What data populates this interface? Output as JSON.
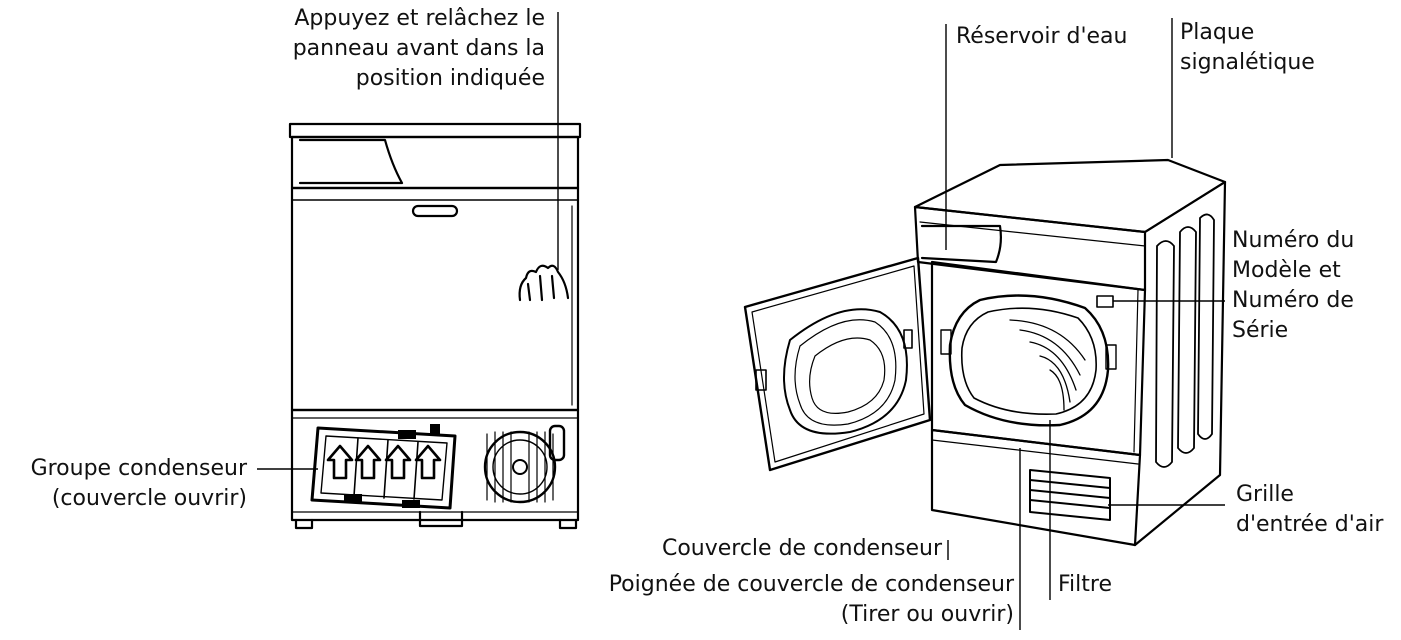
{
  "labels": {
    "front_panel_hint": [
      "Appuyez et relâchez le",
      "panneau avant dans la",
      "position indiquée"
    ],
    "condenser_group": [
      "Groupe condenseur",
      "(couvercle ouvrir)"
    ],
    "water_tank": "Réservoir d'eau",
    "rating_plate": [
      "Plaque",
      "signalétique"
    ],
    "model_serial": [
      "Numéro du",
      "Modèle et",
      "Numéro de",
      "Série"
    ],
    "air_inlet_grille": [
      "Grille",
      "d'entrée d'air"
    ],
    "condenser_cover": "Couvercle de condenseur",
    "condenser_cover_handle": [
      "Poignée de couvercle de condenseur",
      "(Tirer ou ouvrir)"
    ],
    "filter": "Filtre"
  }
}
